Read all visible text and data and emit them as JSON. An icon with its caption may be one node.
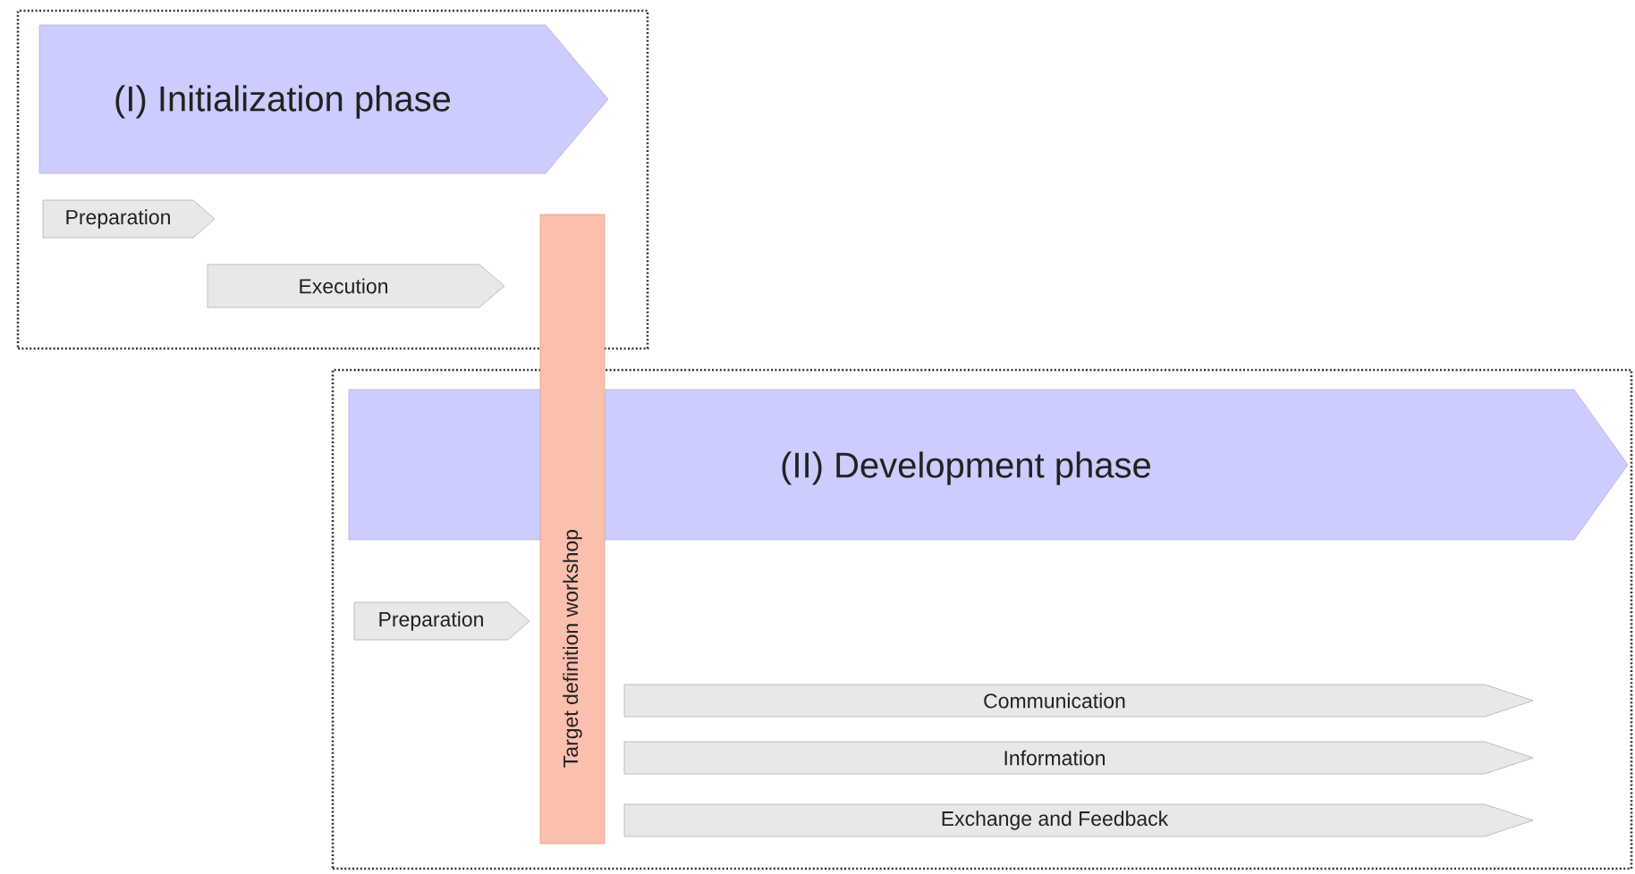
{
  "diagram": {
    "nodes": [
      {
        "text": [],
        "shape": "box"
      },
      {
        "text": [
          "(I) Initialization phase"
        ],
        "in": 0
      },
      {
        "text": [
          "Preparation"
        ],
        "in": 0
      },
      {
        "text": [
          "Execution"
        ],
        "in": 0
      },
      {
        "text": [
          "Target definition workshop"
        ]
      },
      {
        "text": [],
        "shape": "box"
      },
      {
        "text": [
          "(II) Development phase"
        ],
        "in": 5
      },
      {
        "text": [
          "Preparation"
        ],
        "in": 5
      },
      {
        "text": [
          "Communication"
        ],
        "in": 5
      },
      {
        "text": [
          "Information"
        ],
        "in": 5
      },
      {
        "text": [
          "Exchange and Feedback"
        ],
        "in": 5
      }
    ]
  }
}
